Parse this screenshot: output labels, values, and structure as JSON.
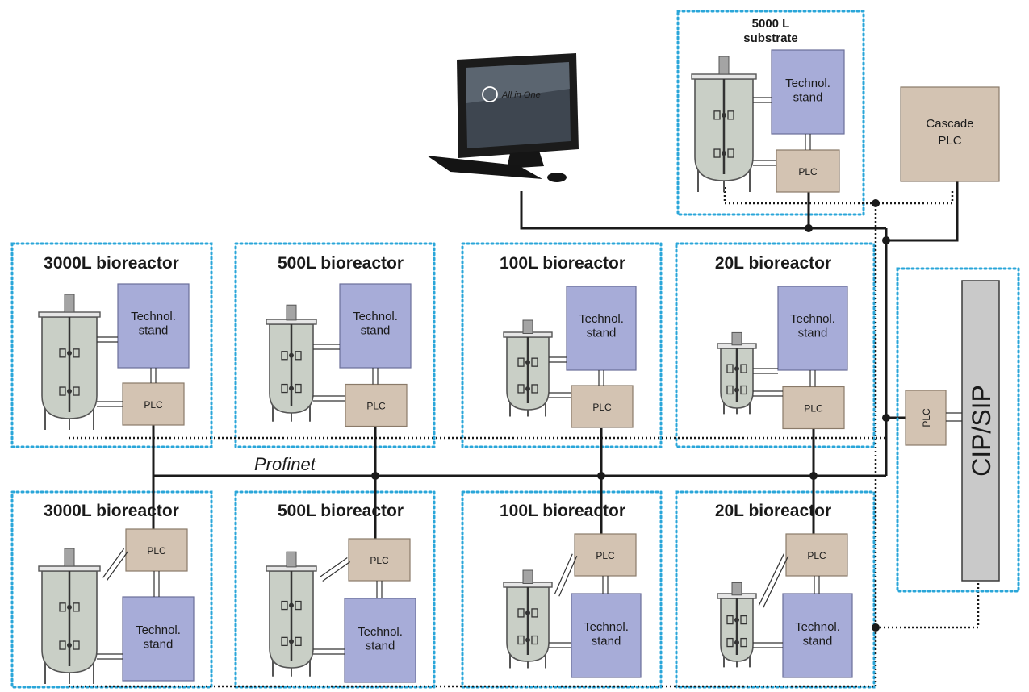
{
  "reactors_top": [
    {
      "title": "3000L bioreactor",
      "stand_label": "Technol.\nstand",
      "plc_label": "PLC"
    },
    {
      "title": "500L bioreactor",
      "stand_label": "Technol.\nstand",
      "plc_label": "PLC"
    },
    {
      "title": "100L bioreactor",
      "stand_label": "Technol.\nstand",
      "plc_label": "PLC"
    },
    {
      "title": "20L bioreactor",
      "stand_label": "Technol.\nstand",
      "plc_label": "PLC"
    }
  ],
  "reactors_bottom": [
    {
      "title": "3000L bioreactor",
      "stand_label": "Technol.\nstand",
      "plc_label": "PLC"
    },
    {
      "title": "500L bioreactor",
      "stand_label": "Technol.\nstand",
      "plc_label": "PLC"
    },
    {
      "title": "100L bioreactor",
      "stand_label": "Technol.\nstand",
      "plc_label": "PLC"
    },
    {
      "title": "20L bioreactor",
      "stand_label": "Technol.\nstand",
      "plc_label": "PLC"
    }
  ],
  "substrate": {
    "title_line1": "5000 L",
    "title_line2": "substrate",
    "stand_label": "Technol.\nstand",
    "plc_label": "PLC"
  },
  "cascade_plc": {
    "line1": "Cascade",
    "line2": "PLC"
  },
  "cip": {
    "label": "CIP/SIP",
    "plc_label": "PLC"
  },
  "computer": {
    "screen_text": "All in One"
  },
  "network_label": "Profinet",
  "colors": {
    "frame": "#2aa6d9",
    "stand": "#a7acd8",
    "plc": "#d3c3b2",
    "vessel": "#c9cfc6",
    "cip": "#c9c9c9"
  }
}
